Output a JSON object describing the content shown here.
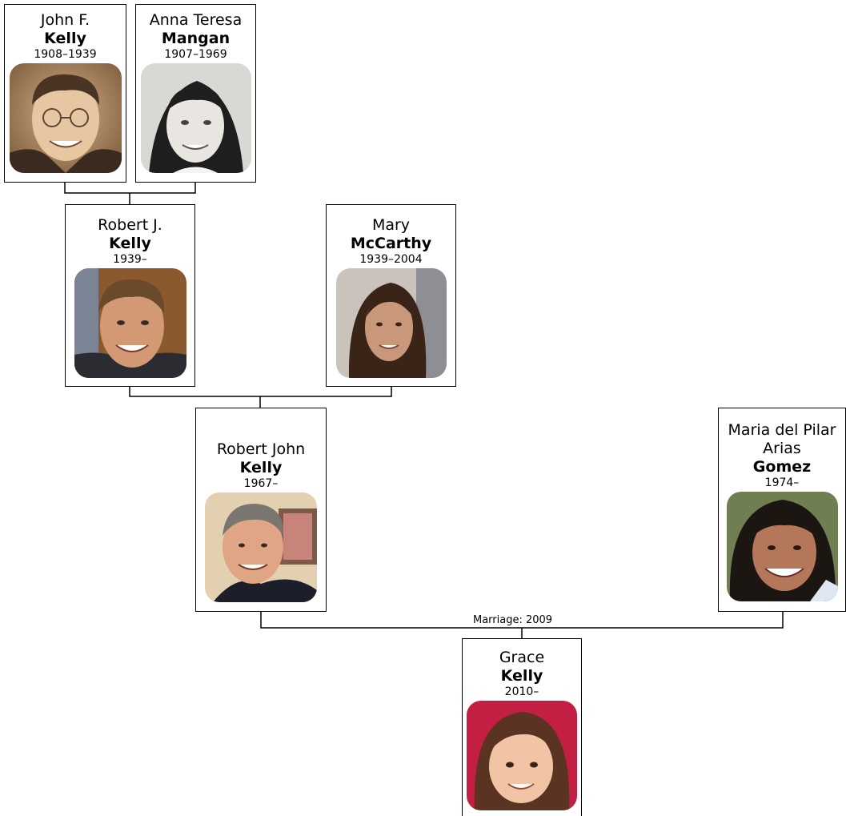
{
  "people": {
    "john": {
      "given": "John F.",
      "surname": "Kelly",
      "dates": "1908–1939",
      "portrait": "portrait-photo"
    },
    "anna": {
      "given": "Anna Teresa",
      "surname": "Mangan",
      "dates": "1907–1969",
      "portrait": "portrait-photo"
    },
    "robertj": {
      "given": "Robert J.",
      "surname": "Kelly",
      "dates": "1939–",
      "portrait": "portrait-photo"
    },
    "mary": {
      "given": "Mary",
      "surname": "McCarthy",
      "dates": "1939–2004",
      "portrait": "portrait-photo"
    },
    "robertjohn": {
      "given": "Robert John",
      "surname": "Kelly",
      "dates": "1967–",
      "portrait": "portrait-photo"
    },
    "maria": {
      "given": "Maria del Pilar",
      "given2": "Arias",
      "surname": "Gomez",
      "dates": "1974–",
      "portrait": "portrait-photo"
    },
    "grace": {
      "given": "Grace",
      "surname": "Kelly",
      "dates": "2010–",
      "portrait": "portrait-photo"
    }
  },
  "marriages": {
    "robertjohn_maria": "Marriage: 2009"
  },
  "colors": {
    "border": "#000000",
    "background": "#ffffff"
  }
}
